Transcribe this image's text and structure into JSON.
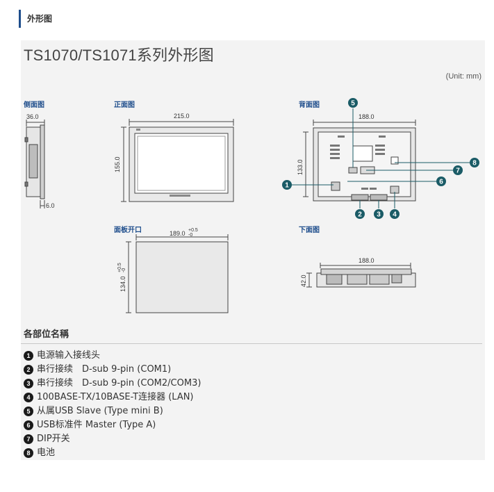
{
  "section_header": "外形图",
  "title": "TS1070/TS1071系列外形图",
  "unit": "(Unit: mm)",
  "views": {
    "side": "侧面图",
    "front": "正面图",
    "back": "背面图",
    "cutout": "面板开口",
    "bottom": "下面图"
  },
  "dimensions": {
    "side_width": "36.0",
    "side_bottom": "6.0",
    "front_width": "215.0",
    "front_height": "155.0",
    "back_width": "188.0",
    "back_height": "133.0",
    "cutout_width": "189.0",
    "cutout_width_tol_plus": "+0.5",
    "cutout_width_tol_minus": "-0",
    "cutout_height": "134.0",
    "cutout_height_tol_plus": "+0.5",
    "cutout_height_tol_minus": "-0",
    "bottom_width": "188.0",
    "bottom_height": "42.0"
  },
  "callouts": [
    "1",
    "2",
    "3",
    "4",
    "5",
    "6",
    "7",
    "8"
  ],
  "parts_title": "各部位名稱",
  "parts": [
    {
      "num": "1",
      "text": "电源输入接线头"
    },
    {
      "num": "2",
      "text": "串行接续　D-sub 9-pin (COM1)"
    },
    {
      "num": "3",
      "text": "串行接续　D-sub 9-pin (COM2/COM3)"
    },
    {
      "num": "4",
      "text": "100BASE-TX/10BASE-T连接器 (LAN)"
    },
    {
      "num": "5",
      "text": "从属USB Slave (Type mini B)"
    },
    {
      "num": "6",
      "text": "USB标准件 Master (Type A)"
    },
    {
      "num": "7",
      "text": "DIP开关"
    },
    {
      "num": "8",
      "text": "电池"
    }
  ],
  "colors": {
    "accent": "#1f4e8c",
    "callout": "#1a5b66",
    "ink": "#333333"
  }
}
